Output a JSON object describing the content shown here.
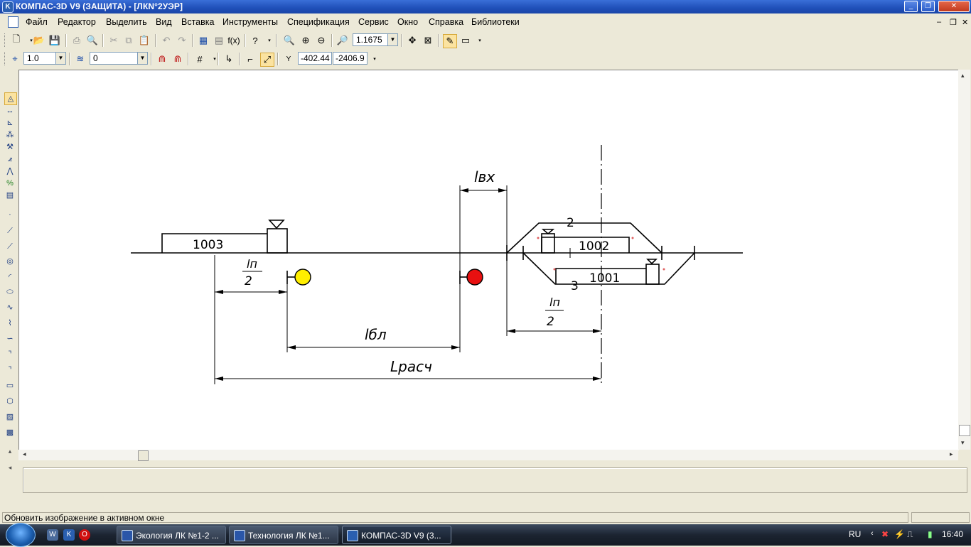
{
  "window": {
    "title": "КОМПАС-3D V9 (ЗАЩИТА) - [ЛКN°2УЭР]"
  },
  "menu": [
    {
      "label": "Файл"
    },
    {
      "label": "Редактор"
    },
    {
      "label": "Выделить"
    },
    {
      "label": "Вид"
    },
    {
      "label": "Вставка"
    },
    {
      "label": "Инструменты"
    },
    {
      "label": "Спецификация"
    },
    {
      "label": "Сервис"
    },
    {
      "label": "Окно"
    },
    {
      "label": "Справка"
    },
    {
      "label": "Библиотеки"
    }
  ],
  "toolbar1": {
    "zoom_value": "1.1675",
    "fx_label": "f(x)"
  },
  "toolbar2": {
    "step_value": "1.0",
    "layer_value": "0",
    "coord_label": "Y",
    "coord_x": "-402.44",
    "coord_y": "-2406.9"
  },
  "drawing": {
    "labels": {
      "track_1003": "1003",
      "track_1002": "1002",
      "track_1001": "1001",
      "num_2": "2",
      "num_3": "3",
      "l_vx": "lвх",
      "l_p_top": "lп",
      "l_p_bottom": "2",
      "l_p2_top": "lп",
      "l_p2_bottom": "2",
      "l_bl": "lбл",
      "L_rasch": "Lрасч"
    },
    "colors": {
      "signal_yellow": "#ffee00",
      "signal_red": "#e81010",
      "line": "#000000"
    }
  },
  "status": {
    "message": "Обновить изображение в активном окне"
  },
  "taskbar": {
    "tasks": [
      {
        "label": "Экология ЛК №1-2 ..."
      },
      {
        "label": "Технология ЛК №1..."
      },
      {
        "label": "КОМПАС-3D V9 (3..."
      }
    ],
    "lang": "RU",
    "clock": "16:40"
  }
}
